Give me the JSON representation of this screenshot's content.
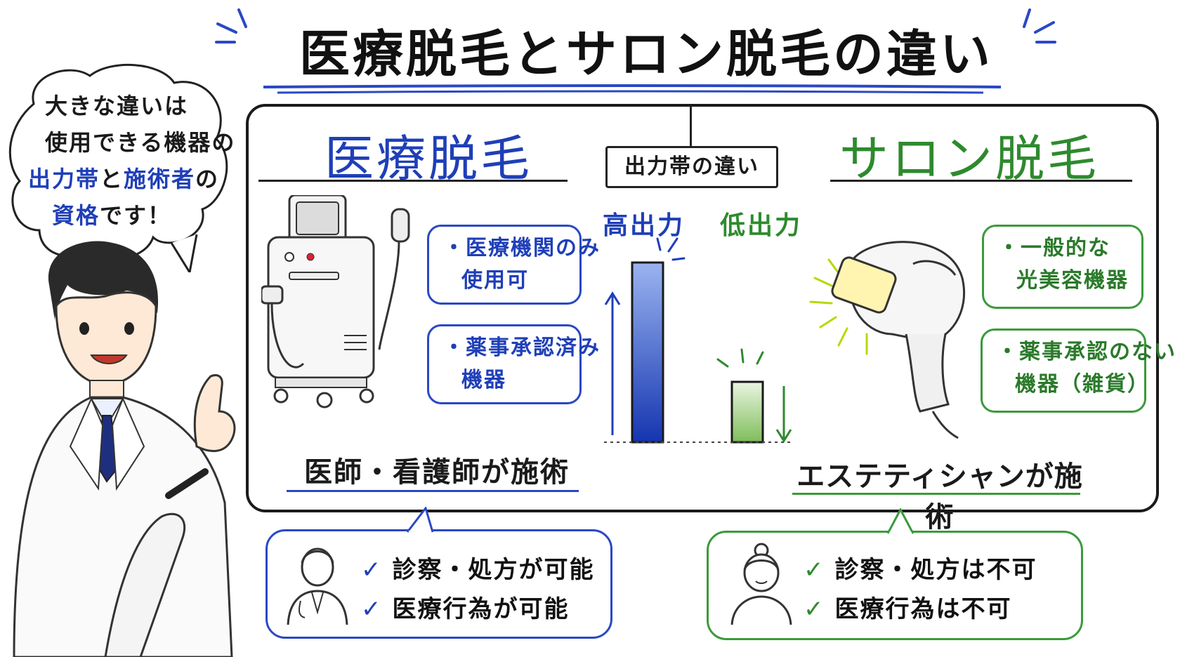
{
  "title": "医療脱毛とサロン脱毛の違い",
  "speech": {
    "line1": "大きな違いは",
    "line2": "使用できる機器の",
    "line3_a": "出力帯",
    "line3_b": "と",
    "line3_c": "施術者",
    "line3_d": "の",
    "line4_a": "資格",
    "line4_b": "です！"
  },
  "comparison_label": "出力帯の違い",
  "medical": {
    "heading": "医療脱毛",
    "output_label": "高出力",
    "features": [
      {
        "line1": "・医療機関のみ",
        "line2": "使用可"
      },
      {
        "line1": "・薬事承認済み",
        "line2": "機器"
      }
    ],
    "operator": "医師・看護師が施術",
    "checks": [
      "診察・処方が可能",
      "医療行為が可能"
    ],
    "color": "#1f3fb8"
  },
  "salon": {
    "heading": "サロン脱毛",
    "output_label": "低出力",
    "features": [
      {
        "line1": "・一般的な",
        "line2": "光美容機器"
      },
      {
        "line1": "・薬事承認のない",
        "line2": "機器（雑貨）"
      }
    ],
    "operator": "エステティシャンが施術",
    "checks": [
      "診察・処方は不可",
      "医療行為は不可"
    ],
    "color": "#2e8a2e"
  },
  "check_symbol": "✓"
}
